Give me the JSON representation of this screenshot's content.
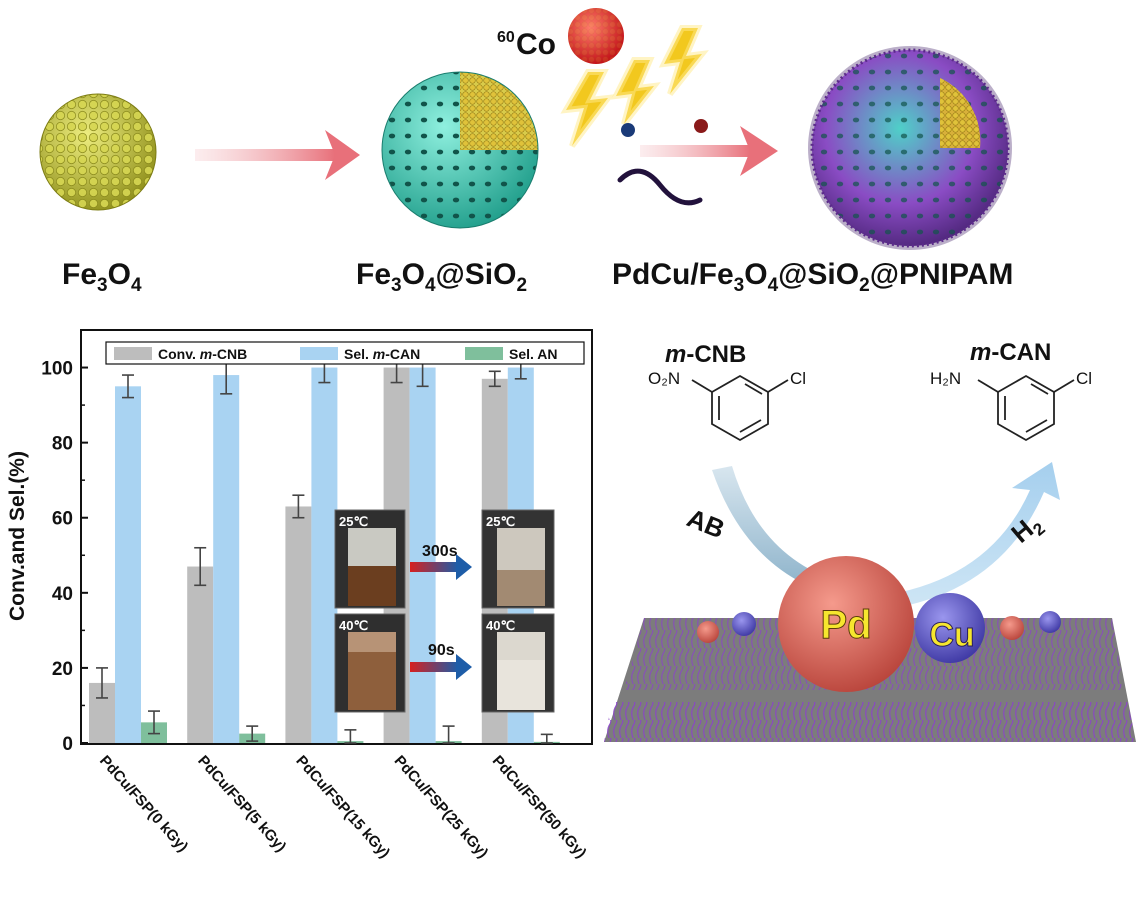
{
  "top_scheme": {
    "labels": {
      "fe3o4": {
        "main": "Fe",
        "s1": "3",
        "m2": "O",
        "s2": "4"
      },
      "fe3o4_sio2": {
        "main": "Fe",
        "s1": "3",
        "m2": "O",
        "s2": "4",
        "m3": "@SiO",
        "s3": "2"
      },
      "pdcu_full": {
        "main": "PdCu/Fe",
        "s1": "3",
        "m2": "O",
        "s2": "4",
        "m3": "@SiO",
        "s3": "2",
        "m4": "@PNIPAM"
      }
    },
    "radiation_source": {
      "sup": "60",
      "text": "Co"
    }
  },
  "chart_data": {
    "type": "bar",
    "categories": [
      "PdCu/FSP(0 kGy)",
      "PdCu/FSP(5 kGy)",
      "PdCu/FSP(15 kGy)",
      "PdCu/FSP(25 kGy)",
      "PdCu/FSP(50 kGy)"
    ],
    "series": [
      {
        "name": "Conv. m-CNB",
        "prefix": "Conv. ",
        "ital": "m",
        "suffix": "-CNB",
        "color": "#bdbdbd",
        "values": [
          16,
          47,
          63,
          100,
          97
        ],
        "errors": [
          4,
          5,
          3,
          4,
          2
        ]
      },
      {
        "name": "Sel. m-CAN",
        "prefix": "Sel. ",
        "ital": "m",
        "suffix": "-CAN",
        "color": "#a9d3f2",
        "values": [
          95,
          98,
          100,
          100,
          100
        ],
        "errors": [
          3,
          5,
          4,
          5,
          3
        ]
      },
      {
        "name": "Sel. AN",
        "prefix": "Sel. ",
        "ital": "",
        "suffix": "AN",
        "color": "#7fbf9c",
        "values": [
          5.5,
          2.5,
          0.5,
          0.5,
          0.3
        ],
        "errors": [
          3,
          2,
          3,
          4,
          2
        ]
      }
    ],
    "ylabel": "Conv.and Sel.(%)",
    "ylim": [
      0,
      110
    ],
    "yticks": [
      0,
      20,
      40,
      60,
      80,
      100
    ],
    "legend": "top"
  },
  "inset": {
    "temp_low": "25℃",
    "temp_high": "40℃",
    "time_low": "300s",
    "time_high": "90s"
  },
  "reaction": {
    "reactant": {
      "ital": "m",
      "rest": "-CNB",
      "group": "O₂N",
      "sub": "Cl"
    },
    "product": {
      "ital": "m",
      "rest": "-CAN",
      "group": "H₂N",
      "sub": "Cl"
    },
    "reductant": "AB",
    "gas_main": "H",
    "gas_sub": "2",
    "metal_large": "Pd",
    "metal_small": "Cu"
  },
  "colors": {
    "fe3o4": "#c8c83a",
    "silica": "#3ec9b4",
    "polymer": "#7a3aa8",
    "arrow": "#e87e86",
    "pd": "#e4685c",
    "cu": "#5c56c9",
    "surface": "#8a8a8a"
  }
}
